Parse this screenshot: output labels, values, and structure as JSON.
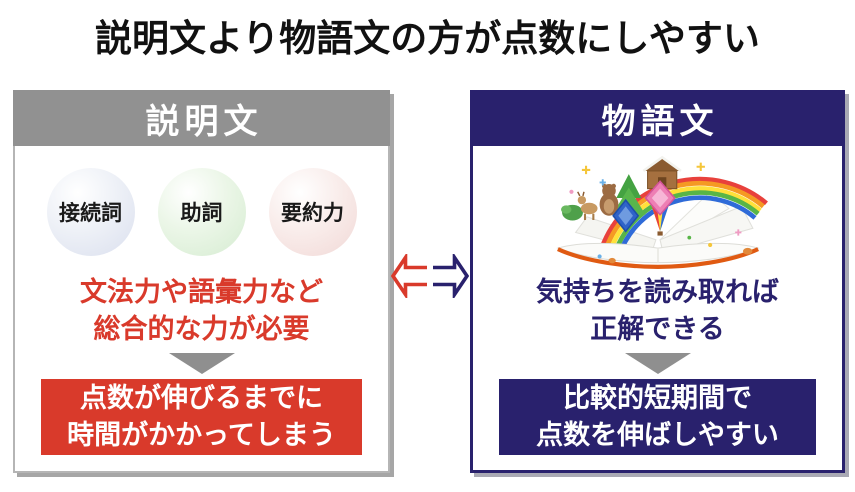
{
  "title": "説明文より物語文の方が点数にしやすい",
  "colors": {
    "red": "#d93a2b",
    "navy": "#29216d",
    "gray_header": "#919191",
    "gray_arrow": "#8f8f8f"
  },
  "left_panel": {
    "header": "説明文",
    "circles": [
      {
        "label": "接続詞",
        "color": "#dadfee"
      },
      {
        "label": "助詞",
        "color": "#d5ecd1"
      },
      {
        "label": "要約力",
        "color": "#f1d8d6"
      }
    ],
    "statement_line1": "文法力や語彙力など",
    "statement_line2": "総合的な力が必要",
    "box_line1": "点数が伸びるまでに",
    "box_line2": "時間がかかってしまう"
  },
  "right_panel": {
    "header": "物語文",
    "illustration": "popup-storybook-with-rainbow",
    "statement_line1": "気持ちを読み取れば",
    "statement_line2": "正解できる",
    "box_line1": "比較的短期間で",
    "box_line2": "点数を伸ばしやすい"
  },
  "center_arrows": {
    "left_arrow": "red-left-arrow",
    "right_arrow": "navy-right-arrow"
  }
}
